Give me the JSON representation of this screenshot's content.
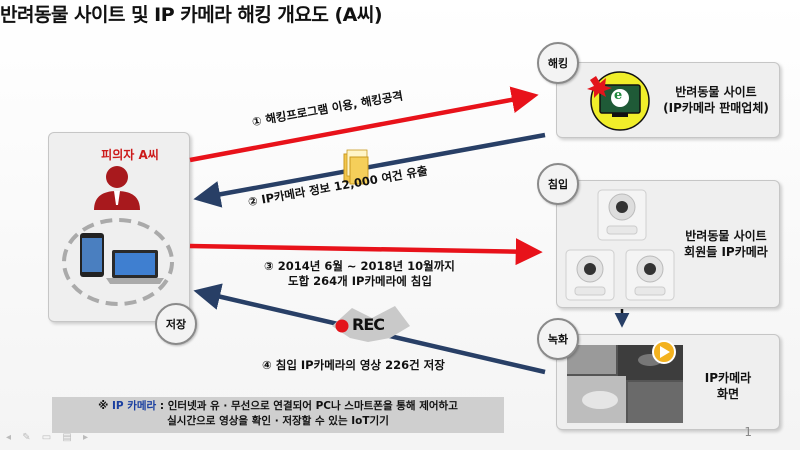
{
  "title": "반려동물 사이트 및 IP 카메라 해킹 개요도 (A씨)",
  "victim": {
    "label": "피의자 A씨",
    "badge": "저장"
  },
  "right": {
    "hack": {
      "badge": "해킹",
      "label1": "반려동물 사이트",
      "label2": "(IP카메라 판매업체)",
      "site_icon_letter": "e"
    },
    "intrude": {
      "badge": "침입",
      "label1": "반려동물 사이트",
      "label2": "회원들 IP카메라"
    },
    "record": {
      "badge": "녹화",
      "label1": "IP카메라",
      "label2": "화면"
    }
  },
  "steps": {
    "s1": "① 해킹프로그램 이용, 해킹공격",
    "s2": "② IP카메라 정보 12,000 여건 유출",
    "s3a": "③ 2014년 6월 ~ 2018년 10월까지",
    "s3b": "도합 264개 IP카메라에 침입",
    "s4": "④ 침입 IP카메라의 영상 226건 저장"
  },
  "rec_label": "REC",
  "note": {
    "mark": "※",
    "key": "IP 카메라",
    "line1_rest": " : 인터넷과 유 · 무선으로 연결되어 PC나 스마트폰을 통해 제어하고",
    "line2": "실시간으로 영상을 확인 · 저장할 수 있는 IoT기기"
  },
  "page_number": "1",
  "colors": {
    "red_arrow": "#e8121a",
    "blue_arrow": "#283f66",
    "victim_label": "#cc1a1a",
    "note_key": "#1a3fa0"
  }
}
